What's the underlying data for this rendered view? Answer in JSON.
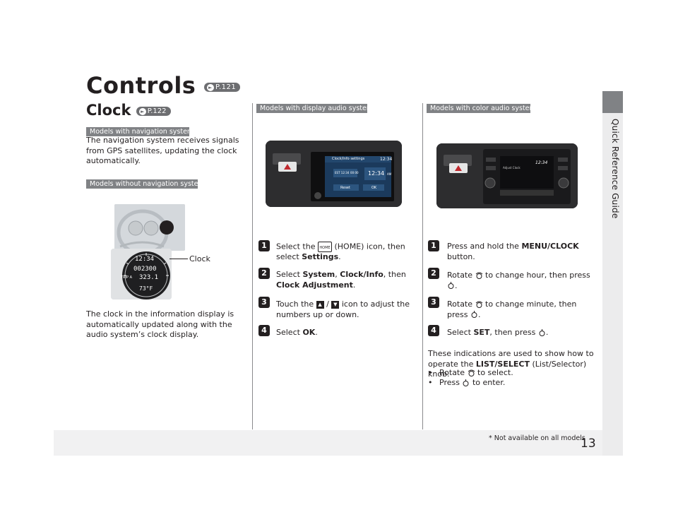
{
  "page": {
    "title": "Controls",
    "title_ref": "P.121",
    "subtitle": "Clock",
    "subtitle_ref": "P.122",
    "side_label": "Quick Reference Guide",
    "page_number": "13",
    "footnote": "* Not available on all models"
  },
  "left": {
    "tag_nav": "Models with navigation system",
    "nav_text": "The navigation system receives signals from GPS satellites, updating the clock automatically.",
    "tag_nonav": "Models without navigation system",
    "clock_callout": "Clock",
    "clock_text": "The clock in the information display is automatically updated along with the audio system’s clock display.",
    "gauge_time": "12:34",
    "gauge_odo": "002300",
    "gauge_trip": "TRIP A",
    "gauge_trip_val": "323.1",
    "gauge_temp": "73°F"
  },
  "middle": {
    "tag": "Models with display audio system",
    "screen_title": "Clock/Info settings",
    "screen_time": "12:34",
    "screen_est": "EST 12:34",
    "screen_mid": "00:00",
    "screen_big": "12:34",
    "screen_am": "AM",
    "screen_reset": "Reset",
    "screen_ok": "OK",
    "steps": [
      {
        "num": "1",
        "pre": "Select the",
        "icon": "HOME",
        "mid": "(HOME) icon, then select",
        "bold": "Settings",
        "post": "."
      },
      {
        "num": "2",
        "pre": "Select",
        "b1": "System",
        "s1": ",",
        "b2": "Clock/Info",
        "s2": ", then",
        "b3": "Clock Adjustment",
        "post": "."
      },
      {
        "num": "3",
        "pre": "Touch the",
        "up": "▲",
        "sep": "/",
        "down": "▼",
        "post": "icon to adjust the numbers up or down."
      },
      {
        "num": "4",
        "pre": "Select",
        "bold": "OK",
        "post": "."
      }
    ]
  },
  "right": {
    "tag": "Models with color audio system",
    "screen_time": "12:34",
    "screen_label": "Adjust Clock",
    "steps": [
      {
        "num": "1",
        "pre": "Press and hold the",
        "bold": "MENU/CLOCK",
        "post": "button."
      },
      {
        "num": "2",
        "pre": "Rotate",
        "post": "to change hour, then press"
      },
      {
        "num": "3",
        "pre": "Rotate",
        "post": "to change minute, then press"
      },
      {
        "num": "4",
        "pre": "Select",
        "bold": "SET",
        "post": ", then press"
      }
    ],
    "ind_text_1": "These indications are used to show how to operate the",
    "ind_bold": "LIST/SELECT",
    "ind_text_2": "(List/Selector) knob.",
    "bullets": [
      {
        "pre": "Rotate",
        "post": "to select."
      },
      {
        "pre": "Press",
        "post": "to enter."
      }
    ]
  }
}
